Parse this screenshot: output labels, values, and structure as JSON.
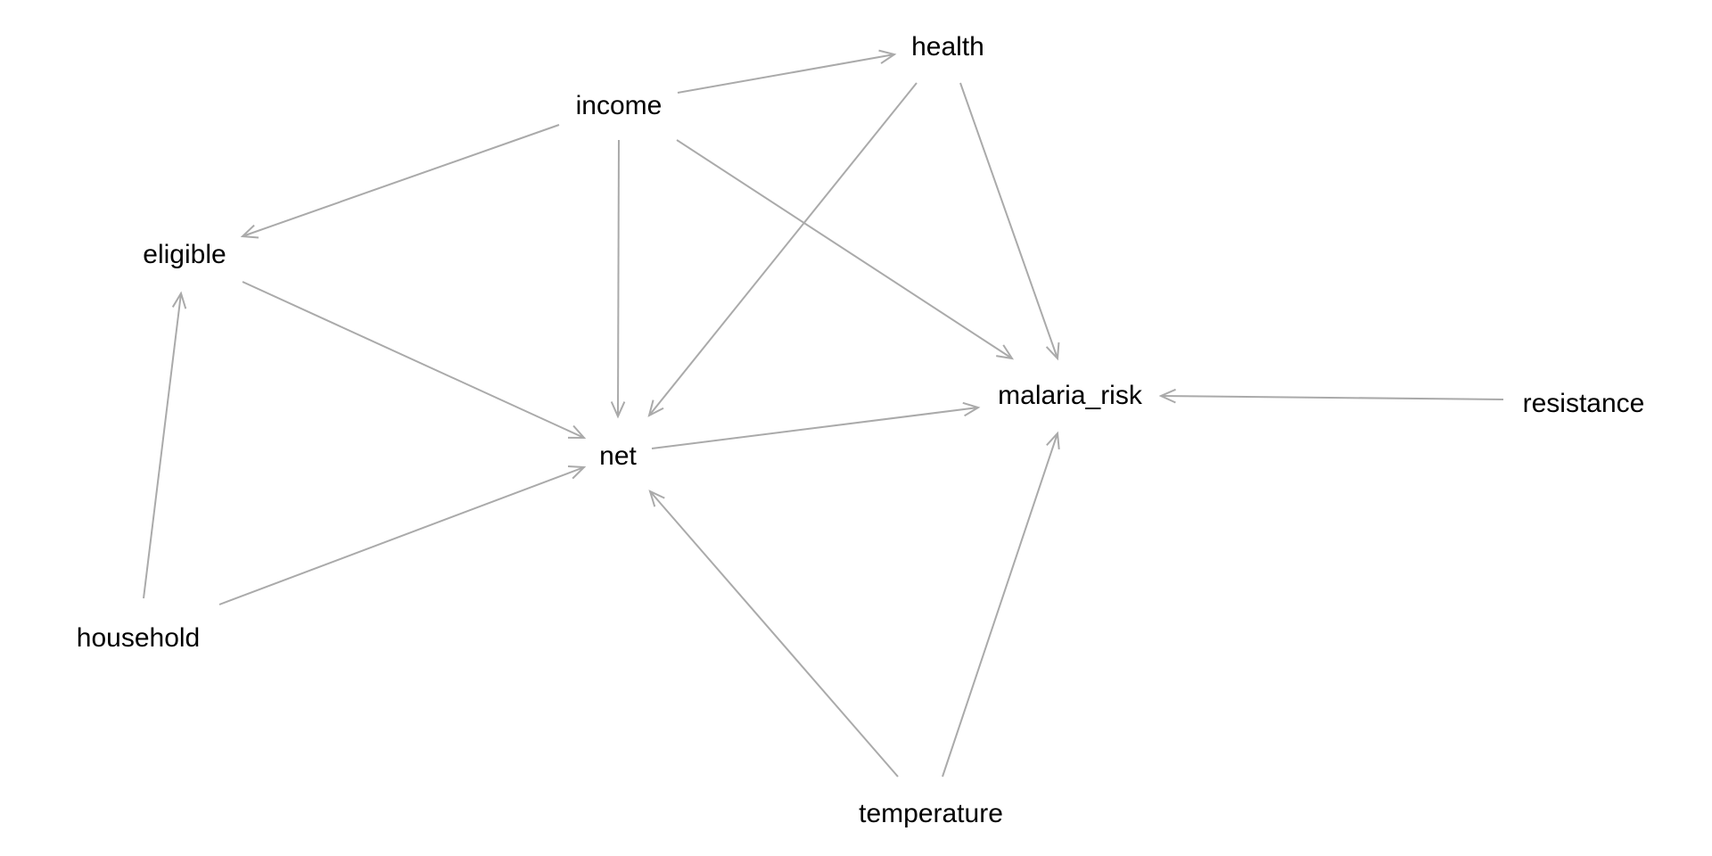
{
  "diagram": {
    "edge_color": "#aaaaaa",
    "label_color": "#000000",
    "nodes": [
      {
        "id": "health",
        "label": "health"
      },
      {
        "id": "income",
        "label": "income"
      },
      {
        "id": "eligible",
        "label": "eligible"
      },
      {
        "id": "malaria_risk",
        "label": "malaria_risk"
      },
      {
        "id": "resistance",
        "label": "resistance"
      },
      {
        "id": "net",
        "label": "net"
      },
      {
        "id": "household",
        "label": "household"
      },
      {
        "id": "temperature",
        "label": "temperature"
      }
    ],
    "edges": [
      {
        "from": "income",
        "to": "health"
      },
      {
        "from": "income",
        "to": "eligible"
      },
      {
        "from": "income",
        "to": "net"
      },
      {
        "from": "income",
        "to": "malaria_risk"
      },
      {
        "from": "health",
        "to": "net"
      },
      {
        "from": "health",
        "to": "malaria_risk"
      },
      {
        "from": "eligible",
        "to": "net"
      },
      {
        "from": "household",
        "to": "eligible"
      },
      {
        "from": "household",
        "to": "net"
      },
      {
        "from": "net",
        "to": "malaria_risk"
      },
      {
        "from": "resistance",
        "to": "malaria_risk"
      },
      {
        "from": "temperature",
        "to": "net"
      },
      {
        "from": "temperature",
        "to": "malaria_risk"
      }
    ]
  }
}
